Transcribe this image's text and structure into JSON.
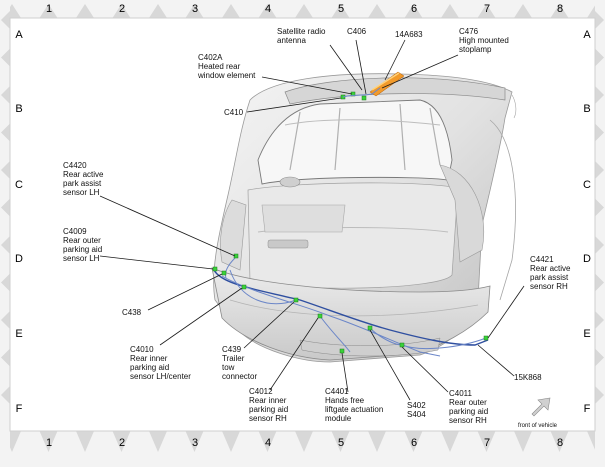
{
  "frame": {
    "columns": [
      "1",
      "2",
      "3",
      "4",
      "5",
      "6",
      "7",
      "8"
    ],
    "rows": [
      "A",
      "B",
      "C",
      "D",
      "E",
      "F"
    ]
  },
  "callouts": [
    {
      "id": "satellite",
      "lines": [
        "Satellite radio",
        "antenna"
      ]
    },
    {
      "id": "c406",
      "lines": [
        "C406"
      ]
    },
    {
      "id": "14a683",
      "lines": [
        "14A683"
      ]
    },
    {
      "id": "c476",
      "lines": [
        "C476",
        "High mounted",
        "stoplamp"
      ]
    },
    {
      "id": "c402a",
      "lines": [
        "C402A",
        "Heated rear",
        "window element"
      ]
    },
    {
      "id": "c410",
      "lines": [
        "C410"
      ]
    },
    {
      "id": "c4420",
      "lines": [
        "C4420",
        "Rear active",
        "park assist",
        "sensor LH"
      ]
    },
    {
      "id": "c4009",
      "lines": [
        "C4009",
        "Rear outer",
        "parking aid",
        "sensor LH"
      ]
    },
    {
      "id": "c438",
      "lines": [
        "C438"
      ]
    },
    {
      "id": "c4010",
      "lines": [
        "C4010",
        "Rear inner",
        "parking aid",
        "sensor LH/center"
      ]
    },
    {
      "id": "c439",
      "lines": [
        "C439",
        "Trailer",
        "tow",
        "connector"
      ]
    },
    {
      "id": "c4012",
      "lines": [
        "C4012",
        "Rear inner",
        "parking aid",
        "sensor RH"
      ]
    },
    {
      "id": "c4401",
      "lines": [
        "C4401",
        "Hands free",
        "liftgate actuation",
        "module"
      ]
    },
    {
      "id": "s402",
      "lines": [
        "S402",
        "S404"
      ]
    },
    {
      "id": "c4011",
      "lines": [
        "C4011",
        "Rear outer",
        "parking aid",
        "sensor RH"
      ]
    },
    {
      "id": "c4421",
      "lines": [
        "C4421",
        "Rear active",
        "park assist",
        "sensor RH"
      ]
    },
    {
      "id": "15k868",
      "lines": [
        "15K868"
      ]
    }
  ],
  "front_label": "front of vehicle",
  "colors": {
    "harness": "#2f4fa0",
    "connector": "#3ad13a",
    "stoplamp": "#e07a10",
    "frame": "#d8d8d8"
  }
}
